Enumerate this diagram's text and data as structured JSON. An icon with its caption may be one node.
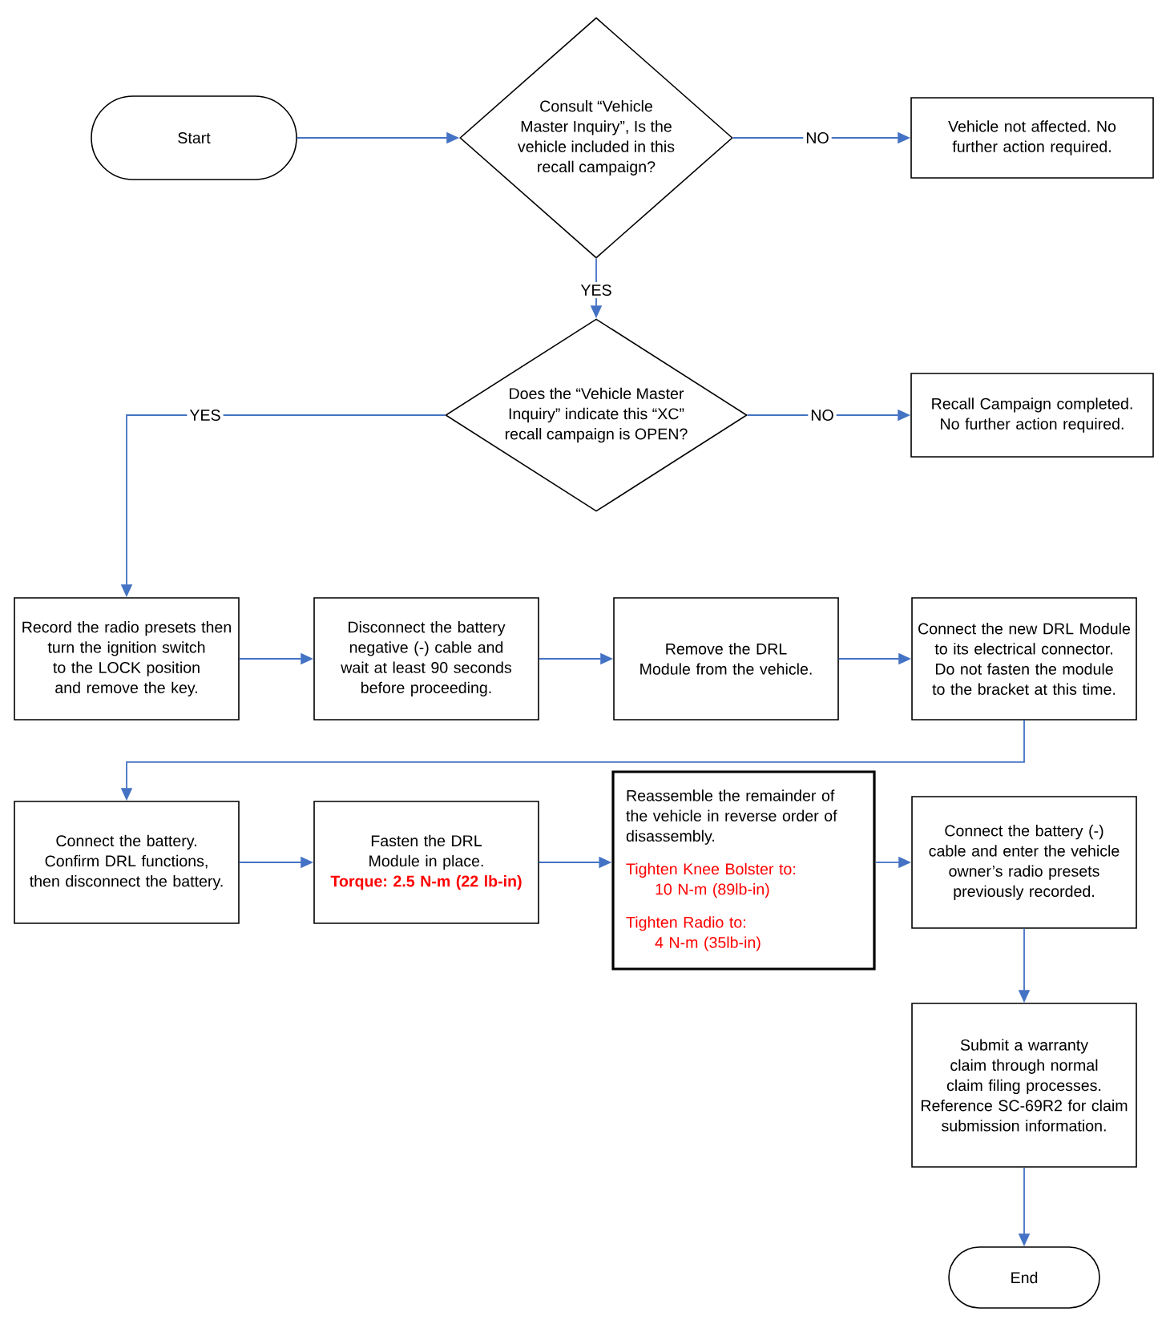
{
  "diagram": {
    "nodes": [
      {
        "text": [
          "Start"
        ]
      },
      {
        "text": [
          "Consult “Vehicle Master Inquiry”, Is the vehicle included in this recall campaign?"
        ]
      },
      {
        "text": [
          "Vehicle not affected. No further action required."
        ]
      },
      {
        "text": [
          "Does the “Vehicle Master Inquiry” indicate this “XC” recall campaign is OPEN?"
        ]
      },
      {
        "text": [
          "Recall Campaign completed. No further action required."
        ]
      },
      {
        "text": [
          "Record the radio presets then turn the ignition switch to the LOCK position and remove the key."
        ]
      },
      {
        "text": [
          "Disconnect the battery negative (-) cable and wait at least 90 seconds before proceeding."
        ]
      },
      {
        "text": [
          "Remove the DRL Module from the vehicle."
        ]
      },
      {
        "text": [
          "Connect the new DRL Module to its electrical connector. Do not fasten the module to the bracket at this time."
        ]
      },
      {
        "text": [
          "Connect the battery. Confirm DRL functions, then disconnect the battery."
        ]
      },
      {
        "text": [
          "Fasten the DRL Module in place.",
          "Torque: 2.5 N-m (22 lb-in)"
        ]
      },
      {
        "text": [
          "Reassemble the remainder of the vehicle in reverse order of disassembly.",
          "Tighten Knee Bolster to:",
          "10 N-m (89lb-in)",
          "Tighten Radio to:",
          "4 N-m (35lb-in)"
        ]
      },
      {
        "text": [
          "Connect the battery (-) cable and enter the vehicle owner’s radio presets previously recorded."
        ]
      },
      {
        "text": [
          "Submit a warranty claim through normal claim filing processes.",
          "Reference SC-69R2 for claim submission information."
        ]
      },
      {
        "text": [
          "End"
        ]
      }
    ],
    "edges": [
      {
        "from": 0,
        "to": 1,
        "arrow": "to"
      },
      {
        "from": 1,
        "to": 2,
        "arrow": "to",
        "label": "NO"
      },
      {
        "from": 1,
        "to": 3,
        "arrow": "to",
        "label": "YES"
      },
      {
        "from": 3,
        "to": 4,
        "arrow": "to",
        "label": "NO"
      },
      {
        "from": 3,
        "to": 5,
        "arrow": "to",
        "label": "YES"
      },
      {
        "from": 5,
        "to": 6,
        "arrow": "to"
      },
      {
        "from": 6,
        "to": 7,
        "arrow": "to"
      },
      {
        "from": 7,
        "to": 8,
        "arrow": "to"
      },
      {
        "from": 8,
        "to": 9,
        "arrow": "to"
      },
      {
        "from": 9,
        "to": 10,
        "arrow": "to"
      },
      {
        "from": 10,
        "to": 11,
        "arrow": "to"
      },
      {
        "from": 11,
        "to": 12,
        "arrow": "to"
      },
      {
        "from": 12,
        "to": 13,
        "arrow": "to"
      },
      {
        "from": 13,
        "to": 14,
        "arrow": "to"
      }
    ]
  }
}
